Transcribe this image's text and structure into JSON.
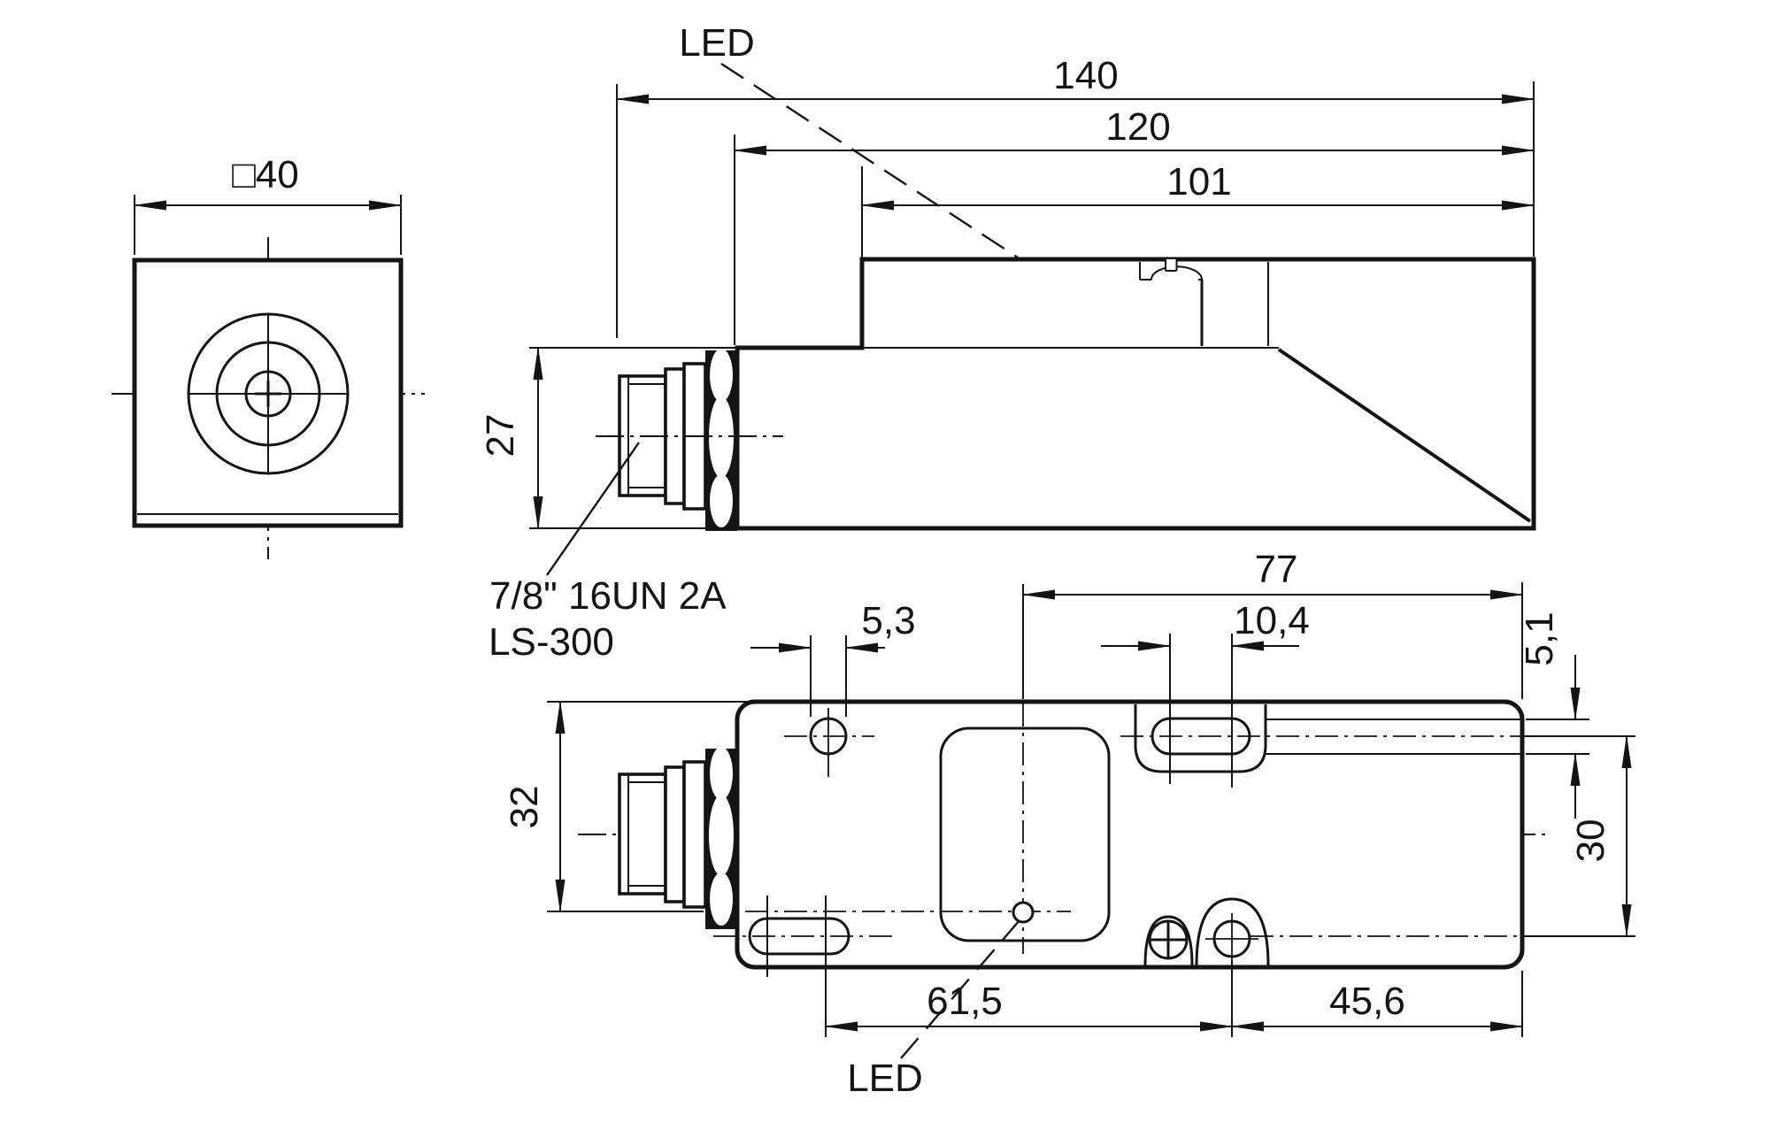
{
  "drawing": {
    "front_view": {
      "width_dim": "□40"
    },
    "side_view": {
      "led_label": "LED",
      "dim_overall_length": "140",
      "dim_body_length": "120",
      "dim_top_length": "101",
      "dim_step_height": "27",
      "thread_label": "7/8\" 16UN 2A",
      "model_label": "LS-300"
    },
    "bottom_view": {
      "dim_led_to_end": "77",
      "dim_hole_dia": "5,3",
      "dim_slot_spacing": "10,4",
      "dim_slot_width": "5,1",
      "dim_body_width": "32",
      "dim_row_spacing": "30",
      "dim_hole_spacing_left": "61,5",
      "dim_hole_to_end": "45,6",
      "led_label": "LED"
    }
  },
  "colors": {
    "ink": "#141414",
    "background": "#ffffff"
  }
}
